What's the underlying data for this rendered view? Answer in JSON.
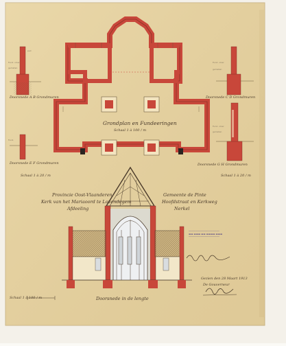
{
  "drawing": {
    "plan_title": "Grondplan en Fundeeringen",
    "plan_scale": "Schaal 1 à 100 / m",
    "scale_right": "Schaal 1 à 20 / m",
    "scale_left": "Schaal 1 à 20 / m",
    "scale_bottom": "Schaal 1 à 100 / m",
    "section_caption": "Doorsnede in de lengte",
    "left_heading": [
      "Provincie Oost-Vlaanderen",
      "Kerk van het Mariaoord te Lovendegem",
      "Afdeeling"
    ],
    "right_heading": [
      "Gemeente de Pinte",
      "Hoofdstraat en Kerkweg",
      "Nerkel"
    ],
    "detail_labels": {
      "detail_1": "Doorsnede A B Grondmuren",
      "detail_2": "Doorsnede C D Grondmuren",
      "detail_3": "Doorsnede E F Grondmuren",
      "detail_4": "Doorsnede G H Grondmuren"
    },
    "date_line": [
      "Gezien den 28 Maart 1913",
      "De Gouverneur"
    ],
    "signature_right": "signature",
    "signature_bottom": "signature"
  },
  "colors": {
    "paper": "#e8d6a8",
    "wall": "#c8473a",
    "wall_dark": "#9c2b22",
    "ink": "#4a3a2a",
    "stamp": "#6a5a8a"
  }
}
